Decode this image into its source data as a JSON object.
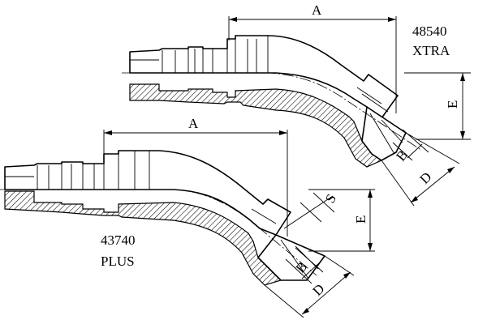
{
  "fittings": [
    {
      "code": "48540",
      "series": "XTRA",
      "dims": {
        "a": "A",
        "e": "E",
        "b": "B",
        "d": "D"
      }
    },
    {
      "code": "43740",
      "series": "PLUS",
      "dims": {
        "a": "A",
        "e": "E",
        "b": "B",
        "d": "D",
        "s": "S"
      }
    }
  ]
}
